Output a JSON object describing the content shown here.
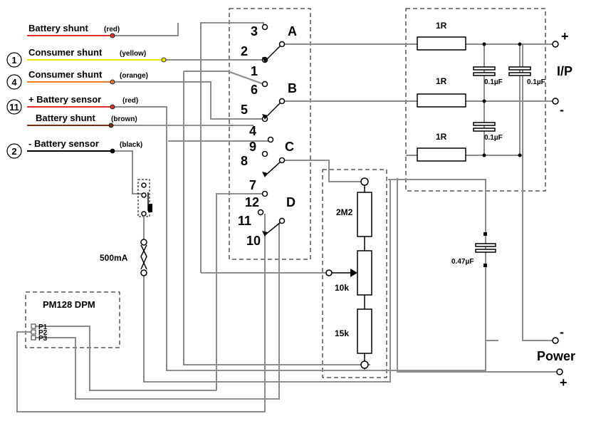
{
  "wires_in": [
    {
      "label": "Battery shunt",
      "note": "(red)",
      "color": "#e03030",
      "num": ""
    },
    {
      "label": "Consumer shunt",
      "note": "(yellow)",
      "color": "#f2e600",
      "num": "1"
    },
    {
      "label": "Consumer shunt",
      "note": "(orange)",
      "color": "#f07a20",
      "num": "4"
    },
    {
      "label": "+ Battery sensor",
      "note": "(red)",
      "color": "#e03030",
      "num": "11"
    },
    {
      "label": "Battery shunt",
      "note": "(brown)",
      "color": "#8b2a12",
      "num": ""
    },
    {
      "label": "- Battery sensor",
      "note": "(black)",
      "color": "#000000",
      "num": "2"
    }
  ],
  "switch": {
    "poles": [
      "A",
      "B",
      "C",
      "D"
    ],
    "positions": [
      "3",
      "2",
      "1",
      "6",
      "5",
      "4",
      "9",
      "8",
      "7",
      "12",
      "11",
      "10"
    ]
  },
  "components": {
    "fuse": "500mA",
    "r1": "1R",
    "r2": "1R",
    "r3": "1R",
    "c1": "0.1µF",
    "c2": "0.1µF",
    "c3": "0.1µF",
    "c4": "0.47µF",
    "pot_top": "2M2",
    "pot": "10k",
    "pot_bottom": "15k"
  },
  "dpm": {
    "title": "PM128 DPM",
    "pins": [
      "P1",
      "P2",
      "P3"
    ]
  },
  "outputs": {
    "ip_label": "I/P",
    "ip_plus": "+",
    "ip_minus": "-",
    "power_label": "Power",
    "power_minus": "-",
    "power_plus": "+"
  }
}
